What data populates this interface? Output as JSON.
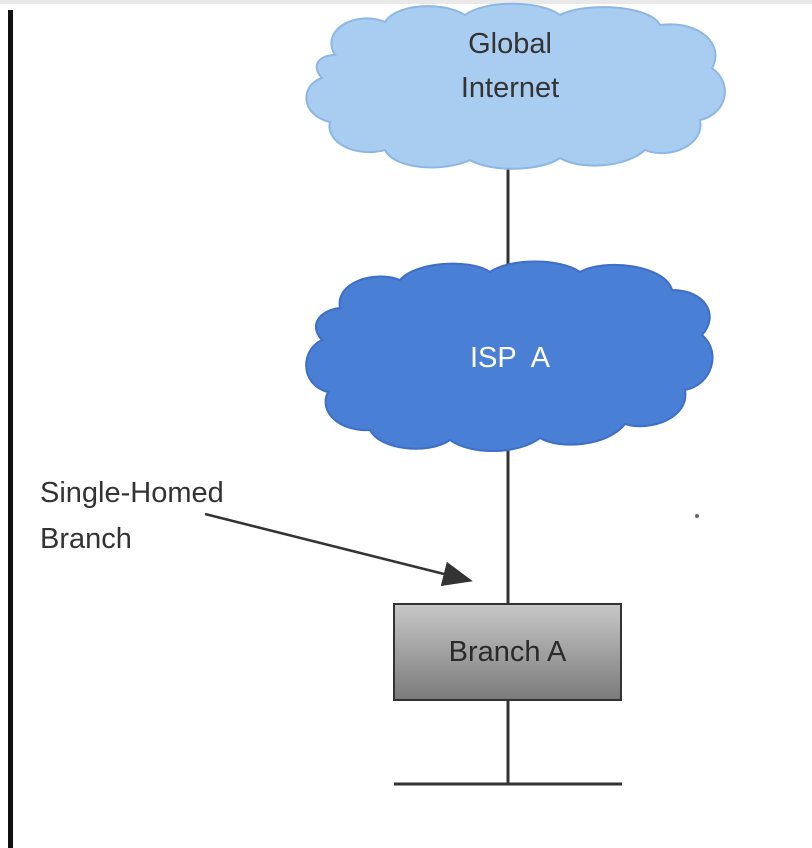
{
  "nodes": {
    "global_internet": {
      "line1": "Global",
      "line2": "Internet",
      "fill": "#a9cdf0",
      "stroke": "#8cb6e4",
      "text_color": "#333333"
    },
    "isp_a": {
      "label": "ISP  A",
      "fill": "#4a7fd6",
      "stroke": "#3d6ec8",
      "text_color": "#ffffff"
    },
    "branch_a": {
      "label": "Branch A",
      "fill": "#8a8a8a",
      "stroke": "#333333"
    }
  },
  "annotation": {
    "line1": "Single-Homed",
    "line2": "Branch"
  },
  "colors": {
    "link": "#333333",
    "left_border": "#111111"
  }
}
